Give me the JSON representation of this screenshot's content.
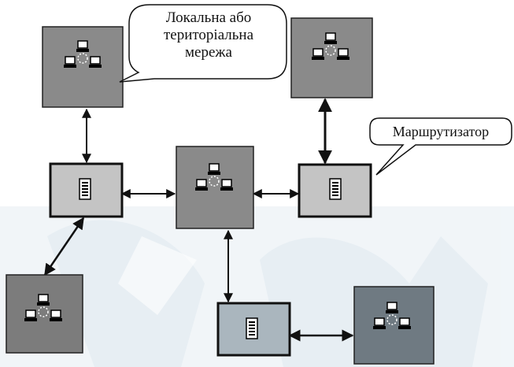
{
  "labels": {
    "network_callout_line1": "Локальна або",
    "network_callout_line2": "територіальна",
    "network_callout_line3": "мережа",
    "router_callout": "Маршрутизатор"
  },
  "colors": {
    "network_box": "#8a8a8a",
    "network_box_dark": "#6f7a82",
    "router_box": "#c4c4c4",
    "router_box_blue": "#aab6be",
    "watermark": "#dbe7ef",
    "edge": "#111111"
  },
  "icons": {
    "network": "network-topology-icon",
    "router": "router-rack-icon"
  }
}
